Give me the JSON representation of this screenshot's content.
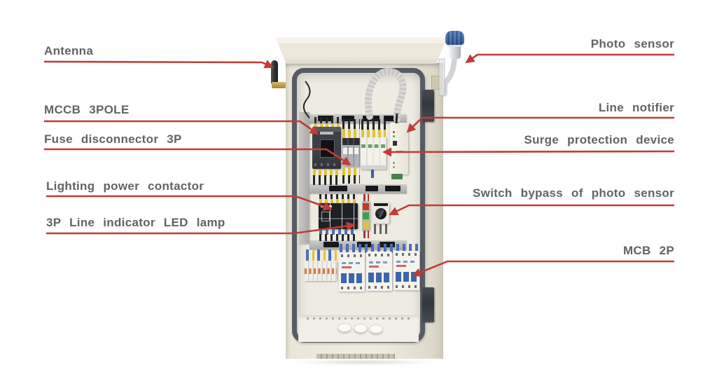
{
  "diagram": {
    "labels_left": [
      {
        "text": "Antenna"
      },
      {
        "text": "MCCB 3POLE"
      },
      {
        "text": "Fuse disconnector 3P"
      },
      {
        "text": "Lighting power contactor"
      },
      {
        "text": "3P Line indicator LED lamp"
      }
    ],
    "labels_right": [
      {
        "text": "Photo sensor"
      },
      {
        "text": "Line notifier"
      },
      {
        "text": "Surge protection device"
      },
      {
        "text": "Switch bypass of photo sensor"
      },
      {
        "text": "MCB 2P"
      }
    ],
    "colors": {
      "callout_line": "#c33b36",
      "label_text": "#616365",
      "cabinet_body": "#ece8db",
      "door_gasket": "#565b64",
      "photo_sensor_cap": "#3a6cb2",
      "mcb_toggle_blue": "#3a66ae",
      "led_red": "#c0392b",
      "led_green": "#3f9e4d",
      "led_yellow": "#d9c53a",
      "wire_ferrule_yellow": "#e2c23e"
    }
  }
}
